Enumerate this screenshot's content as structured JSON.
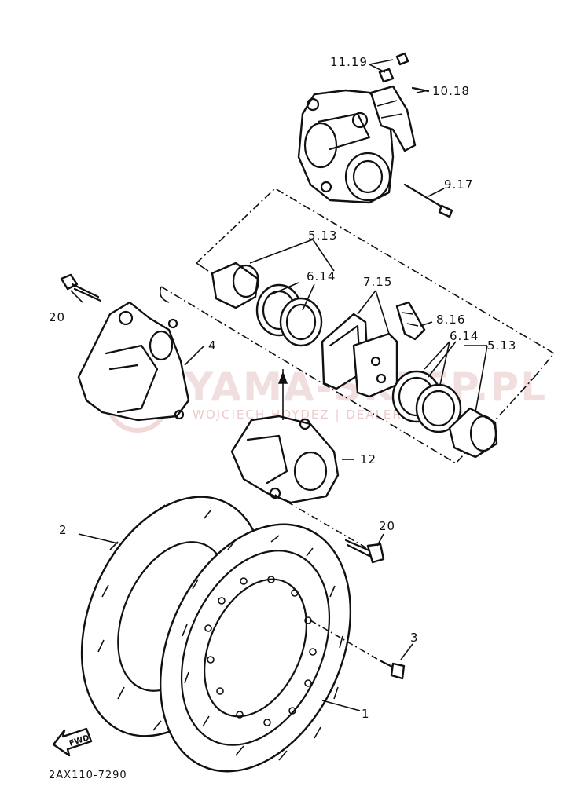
{
  "diagram": {
    "labels": {
      "p11_19": "11.19",
      "p10_18": "10.18",
      "p9_17": "9.17",
      "p5_13_top": "5.13",
      "p6_14_top": "6.14",
      "p7_15": "7.15",
      "p8_16": "8.16",
      "p20_top": "20",
      "p4": "4",
      "p5_13_right": "5.13",
      "p6_14_right": "6.14",
      "p12": "12",
      "p20_bottom": "20",
      "p2": "2",
      "p3": "3",
      "p1": "1",
      "fwd": "FWD",
      "code": "2AX110-7290"
    },
    "watermark": {
      "brand": "YAMA-SKLEP.PL",
      "tagline": "WOJCIECH HOYDEZ | DEALER YAMAHA"
    },
    "colors": {
      "ink": "#111111",
      "watermark": "#e3b6b6"
    }
  }
}
